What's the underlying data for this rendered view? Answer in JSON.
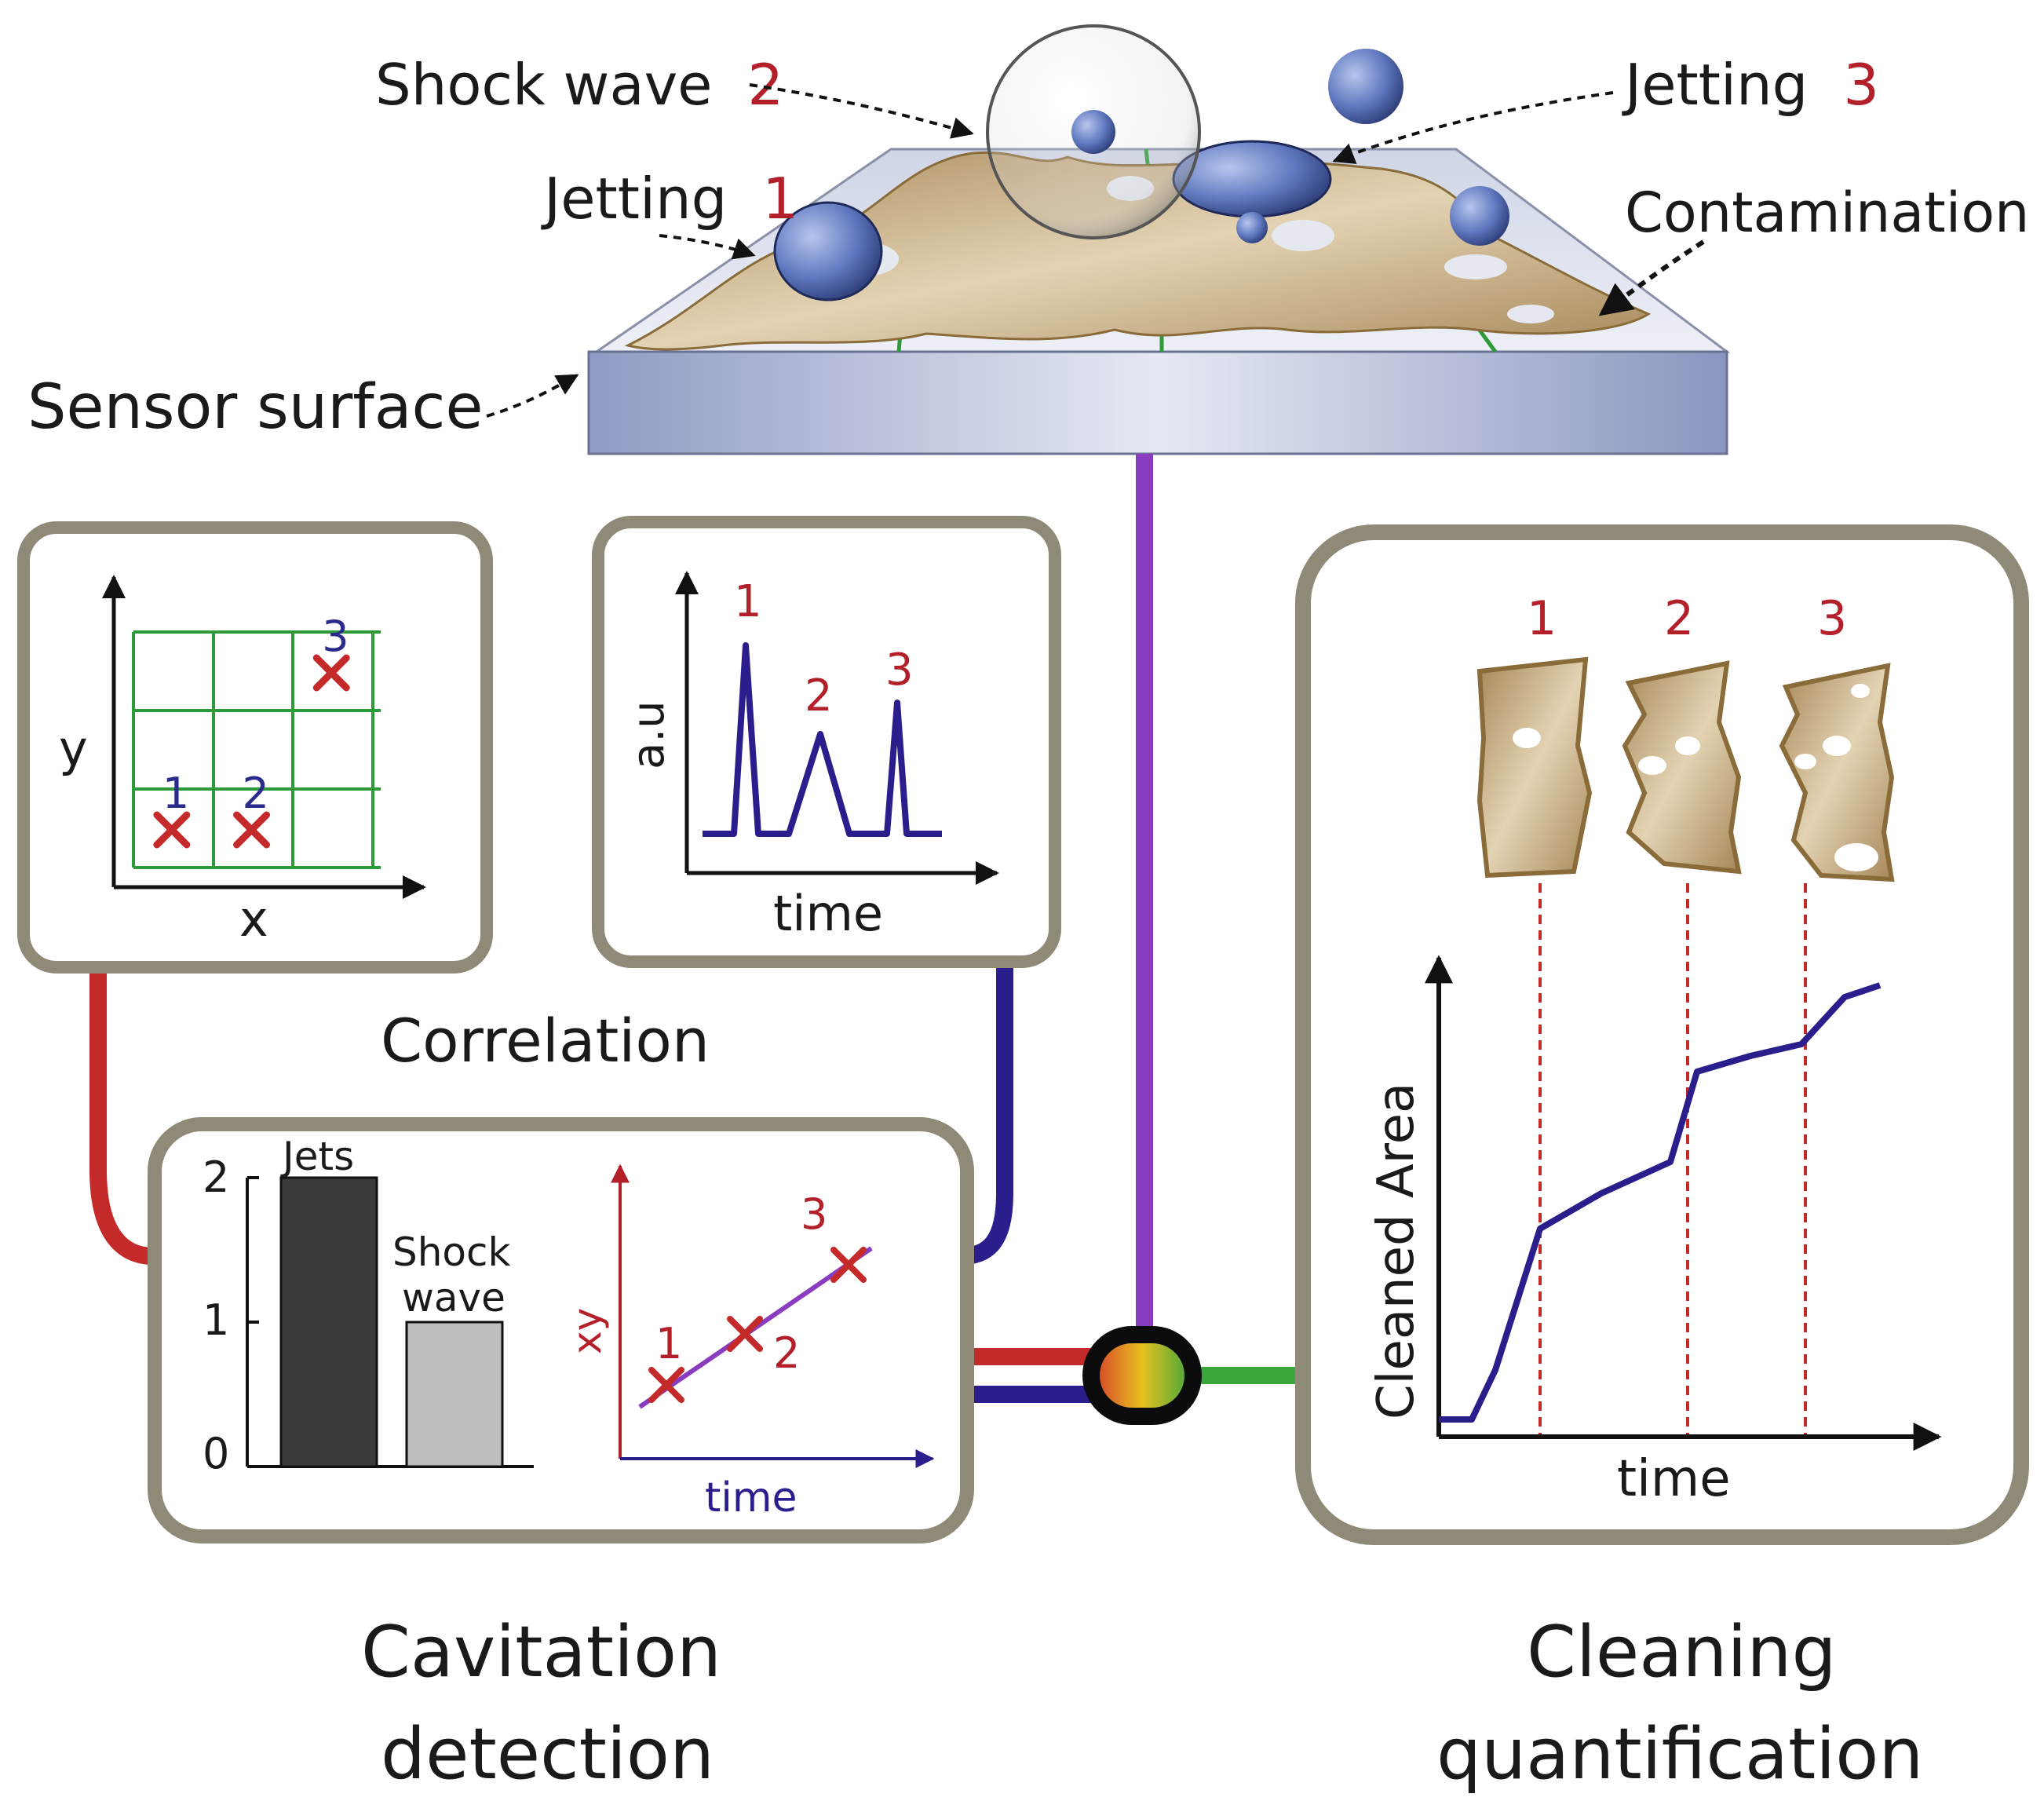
{
  "top": {
    "shock_wave_label": "Shock wave",
    "shock_wave_num": "2",
    "jetting_right_label": "Jetting",
    "jetting_right_num": "3",
    "jetting_left_label": "Jetting",
    "jetting_left_num": "1",
    "contamination_label": "Contamination",
    "sensor_surface_label": "Sensor surface"
  },
  "position_panel": {
    "x_label": "x",
    "y_label": "y",
    "points": [
      {
        "label": "1",
        "x": 1,
        "y": 1
      },
      {
        "label": "2",
        "x": 2,
        "y": 1
      },
      {
        "label": "3",
        "x": 3,
        "y": 3
      }
    ]
  },
  "signal_panel": {
    "y_label": "a.u",
    "x_label": "time",
    "peak_labels": [
      "1",
      "2",
      "3"
    ]
  },
  "correlation_label": "Correlation",
  "cavitation_panel": {
    "bar_chart": {
      "yticks": [
        "2",
        "1",
        "0"
      ],
      "bars": [
        {
          "label": "Jets",
          "value": 2
        },
        {
          "label_line1": "Shock",
          "label_line2": "wave",
          "value": 1
        }
      ]
    },
    "xy_chart": {
      "y_label": "xy",
      "x_label": "time",
      "point_labels": [
        "1",
        "2",
        "3"
      ]
    }
  },
  "cavitation_title_line1": "Cavitation",
  "cavitation_title_line2": "detection",
  "cleaning_panel": {
    "stage_labels": [
      "1",
      "2",
      "3"
    ],
    "y_label": "Cleaned Area",
    "x_label": "time"
  },
  "cleaning_title_line1": "Cleaning",
  "cleaning_title_line2": "quantification",
  "colors": {
    "panel_border": "#8f8a77",
    "red_line": "#c42a2a",
    "blue_line": "#2a1e8c",
    "purple_line": "#8a3cc0",
    "green_line": "#3aa63a",
    "contamination": "#b89a68",
    "grid_green": "#2d9a3a"
  }
}
